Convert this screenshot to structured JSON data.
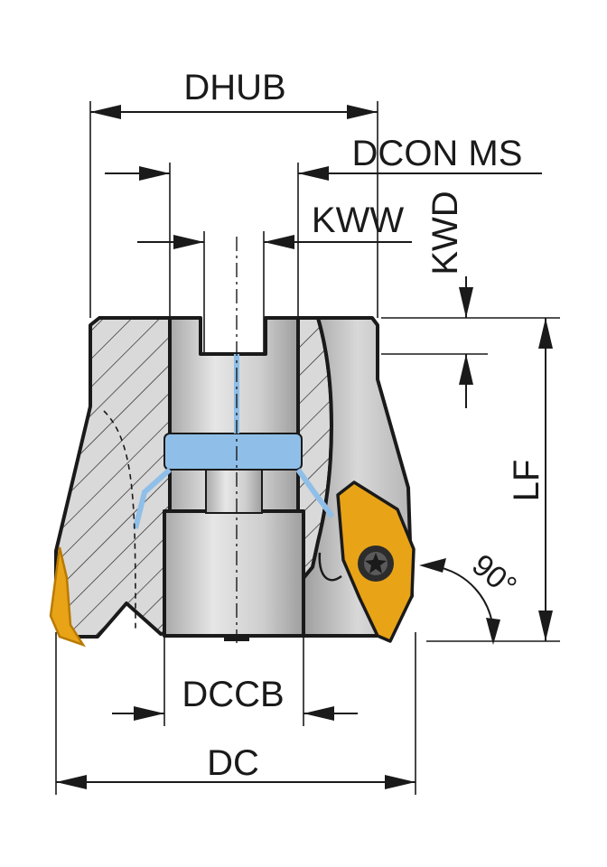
{
  "labels": {
    "dhub": "DHUB",
    "dcon_ms": "DCON MS",
    "kww": "KWW",
    "kwd": "KWD",
    "lf": "LF",
    "angle": "90°",
    "dccb": "DCCB",
    "dc": "DC"
  },
  "colors": {
    "body": "#dcdcdc",
    "body_dark": "#b8b8b8",
    "bore": "#cfcfcf",
    "coolant": "#8fbfe8",
    "insert": "#e8a317",
    "insert_edge": "#b87a00",
    "line": "#1a1a1a"
  }
}
